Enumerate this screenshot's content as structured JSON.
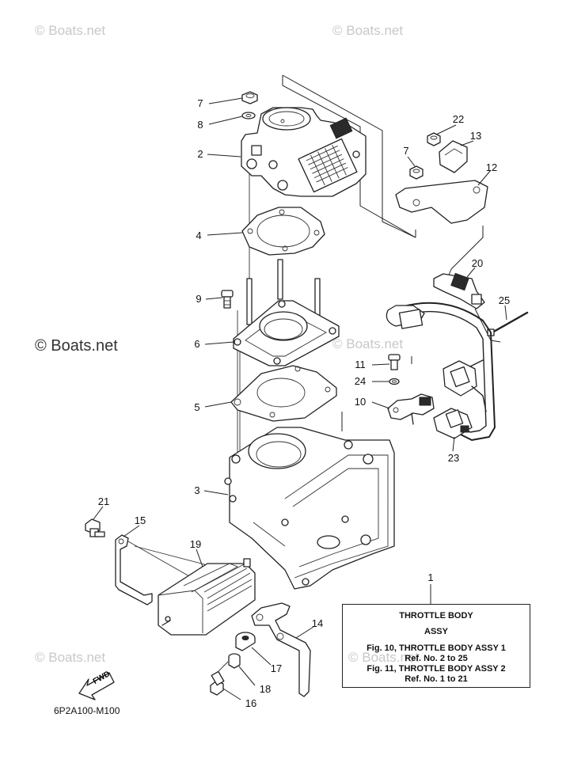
{
  "watermark": {
    "text": "© Boats.net"
  },
  "legend": {
    "title_line1": "THROTTLE BODY",
    "title_line2": "ASSY",
    "fig10": "Fig. 10, THROTTLE  BODY ASSY 1",
    "fig10_ref": "Ref. No. 2 to 25",
    "fig11": "Fig. 11, THROTTLE  BODY ASSY 2",
    "fig11_ref": "Ref. No. 1 to 21"
  },
  "fwd_label": "FWD",
  "drawing_code": "6P2A100-M100",
  "callouts": [
    "7",
    "8",
    "2",
    "4",
    "9",
    "6",
    "5",
    "3",
    "21",
    "15",
    "19",
    "22",
    "13",
    "7",
    "12",
    "20",
    "25",
    "11",
    "24",
    "10",
    "23",
    "1",
    "14",
    "17",
    "18",
    "16"
  ]
}
